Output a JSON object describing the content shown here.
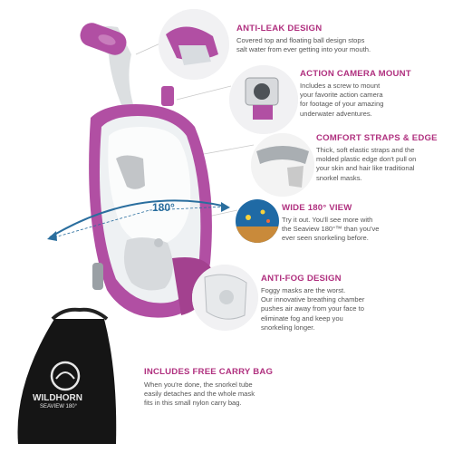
{
  "accent_color": "#b0307f",
  "product_color": "#b14fa3",
  "features": [
    {
      "title": "ANTI-LEAK DESIGN",
      "lines": [
        "Covered top and floating ball design stops",
        "salt water from ever getting into your mouth."
      ]
    },
    {
      "title": "ACTION CAMERA MOUNT",
      "lines": [
        "Includes a screw to mount",
        "your favorite action camera",
        "for footage of your amazing",
        "underwater adventures."
      ]
    },
    {
      "title": "COMFORT STRAPS & EDGE",
      "lines": [
        "Thick, soft elastic straps and the",
        "molded plastic edge don't pull on",
        "your skin and hair like traditional",
        "snorkel masks."
      ]
    },
    {
      "title": "WIDE 180° VIEW",
      "lines": [
        "Try it out. You'll see more with",
        "the Seaview 180°™ than you've",
        "ever seen snorkeling before."
      ]
    },
    {
      "title": "ANTI-FOG DESIGN",
      "lines": [
        "Foggy masks are the worst.",
        "Our innovative breathing chamber",
        "pushes air away from your face to",
        "eliminate fog and keep you",
        "snorkeling longer."
      ]
    },
    {
      "title": "INCLUDES FREE CARRY BAG",
      "lines": [
        "When you're done, the snorkel tube",
        "easily detaches and the whole mask",
        "fits in this small nylon carry bag."
      ]
    }
  ],
  "angle_label": "180°",
  "bag": {
    "brand": "WILDHORN",
    "model": "SEAVIEW 180°"
  }
}
